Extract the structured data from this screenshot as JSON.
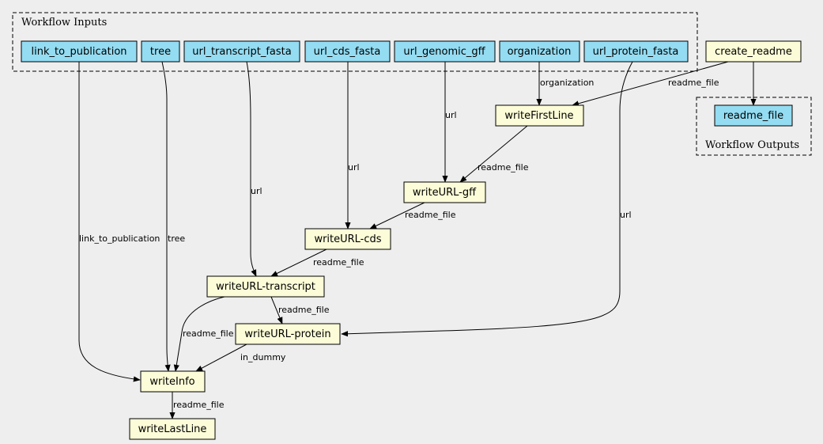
{
  "colors": {
    "input": "#94dcf2",
    "step": "#fcfcd8",
    "output": "#94dcf2",
    "background": "#eeeeee"
  },
  "clusters": {
    "inputs": {
      "label": "Workflow Inputs"
    },
    "outputs": {
      "label": "Workflow Outputs"
    }
  },
  "nodes": {
    "link_to_publication": {
      "label": "link_to_publication",
      "kind": "input"
    },
    "tree": {
      "label": "tree",
      "kind": "input"
    },
    "url_transcript_fasta": {
      "label": "url_transcript_fasta",
      "kind": "input"
    },
    "url_cds_fasta": {
      "label": "url_cds_fasta",
      "kind": "input"
    },
    "url_genomic_gff": {
      "label": "url_genomic_gff",
      "kind": "input"
    },
    "organization": {
      "label": "organization",
      "kind": "input"
    },
    "url_protein_fasta": {
      "label": "url_protein_fasta",
      "kind": "input"
    },
    "create_readme": {
      "label": "create_readme",
      "kind": "step"
    },
    "readme_file_out": {
      "label": "readme_file",
      "kind": "output"
    },
    "writeFirstLine": {
      "label": "writeFirstLine",
      "kind": "step"
    },
    "writeURL_gff": {
      "label": "writeURL-gff",
      "kind": "step"
    },
    "writeURL_cds": {
      "label": "writeURL-cds",
      "kind": "step"
    },
    "writeURL_transcript": {
      "label": "writeURL-transcript",
      "kind": "step"
    },
    "writeURL_protein": {
      "label": "writeURL-protein",
      "kind": "step"
    },
    "writeInfo": {
      "label": "writeInfo",
      "kind": "step"
    },
    "writeLastLine": {
      "label": "writeLastLine",
      "kind": "step"
    }
  },
  "edges": {
    "e_org_first": {
      "from": "organization",
      "to": "writeFirstLine",
      "label": "organization"
    },
    "e_create_first": {
      "from": "create_readme",
      "to": "writeFirstLine",
      "label": "readme_file"
    },
    "e_create_out": {
      "from": "create_readme",
      "to": "readme_file_out",
      "label": ""
    },
    "e_gff_url": {
      "from": "url_genomic_gff",
      "to": "writeURL_gff",
      "label": "url"
    },
    "e_first_gff": {
      "from": "writeFirstLine",
      "to": "writeURL_gff",
      "label": "readme_file"
    },
    "e_cds_url": {
      "from": "url_cds_fasta",
      "to": "writeURL_cds",
      "label": "url"
    },
    "e_gff_cds": {
      "from": "writeURL_gff",
      "to": "writeURL_cds",
      "label": "readme_file"
    },
    "e_transcript_url": {
      "from": "url_transcript_fasta",
      "to": "writeURL_transcript",
      "label": "url"
    },
    "e_cds_transcript": {
      "from": "writeURL_cds",
      "to": "writeURL_transcript",
      "label": "readme_file"
    },
    "e_protein_url": {
      "from": "url_protein_fasta",
      "to": "writeURL_protein",
      "label": "url"
    },
    "e_transcript_protein": {
      "from": "writeURL_transcript",
      "to": "writeURL_protein",
      "label": "readme_file"
    },
    "e_link_info": {
      "from": "link_to_publication",
      "to": "writeInfo",
      "label": "link_to_publication"
    },
    "e_tree_info": {
      "from": "tree",
      "to": "writeInfo",
      "label": "tree"
    },
    "e_transcript_info": {
      "from": "writeURL_transcript",
      "to": "writeInfo",
      "label": "readme_file"
    },
    "e_protein_info": {
      "from": "writeURL_protein",
      "to": "writeInfo",
      "label": "in_dummy"
    },
    "e_info_last": {
      "from": "writeInfo",
      "to": "writeLastLine",
      "label": "readme_file"
    }
  }
}
